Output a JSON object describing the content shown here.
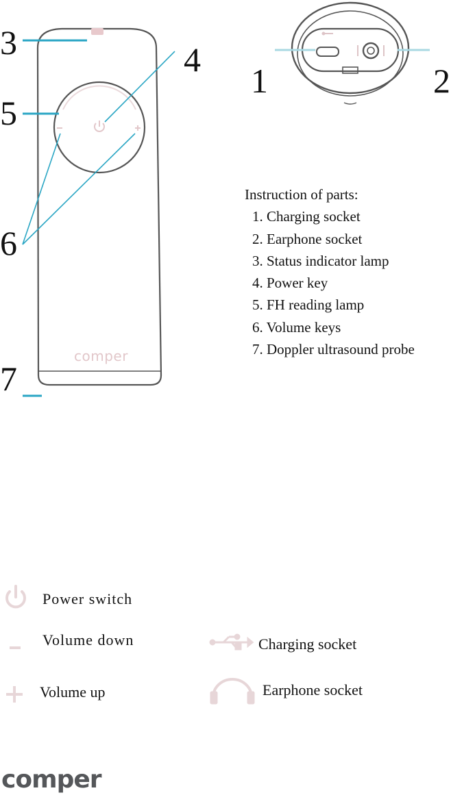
{
  "callouts": {
    "c1": "1",
    "c2": "2",
    "c3": "3",
    "c4": "4",
    "c5": "5",
    "c6": "6",
    "c7": "7"
  },
  "device": {
    "brand": "comper"
  },
  "instructions": {
    "title": "Instruction of parts:",
    "items": [
      "1. Charging socket",
      "2. Earphone socket",
      "3. Status indicator lamp",
      "4. Power key",
      "5. FH reading lamp",
      "6. Volume keys",
      "7. Doppler ultrasound probe"
    ]
  },
  "legend": {
    "power": {
      "icon": "power-icon",
      "label": "Power switch"
    },
    "volume_down": {
      "icon": "minus-icon",
      "label": "Volume down"
    },
    "volume_up": {
      "icon": "plus-icon",
      "label": "Volume up"
    },
    "charging": {
      "icon": "usb-icon",
      "label": "Charging socket"
    },
    "earphone": {
      "icon": "headphones-icon",
      "label": "Earphone socket"
    }
  },
  "footer": {
    "logo_text": "comper"
  },
  "colors": {
    "accent": "#2aa6c4",
    "icon": "#e7d6d8",
    "outline": "#555555"
  }
}
